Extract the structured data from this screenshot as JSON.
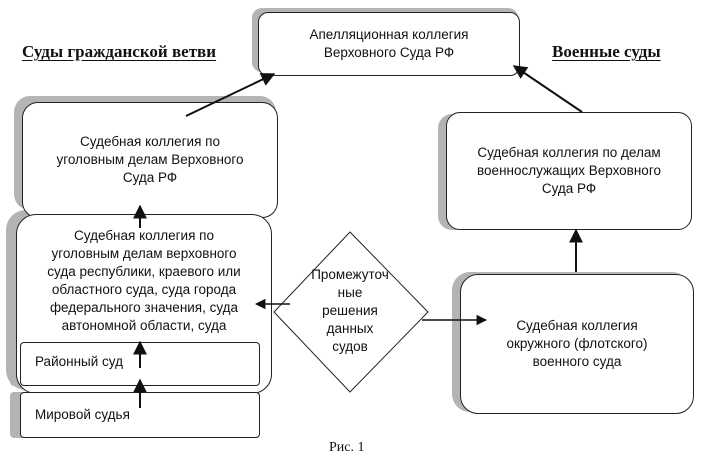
{
  "headings": {
    "civil": "Суды гражданской ветви",
    "military": "Военные суды"
  },
  "boxes": {
    "appeal": "Апелляционная коллегия\nВерховного Суда РФ",
    "criminal_supreme": "Судебная коллегия  по\nуголовным делам Верховного\nСуда РФ",
    "criminal_regional": "Судебная коллегия по\nуголовным делам верховного\nсуда республики, краевого или\nобластного суда, суда города\nфедерального значения, суда\nавтономной области, суда",
    "district": "Районный суд",
    "magistrate": "Мировой судья",
    "military_supreme": "Судебная коллегия по делам\nвоеннослужащих Верховного\nСуда РФ",
    "military_district": "Судебная коллегия\nокружного (флотского)\nвоенного суда"
  },
  "diamond": "Промежуточ\nные\nрешения\nданных\nсудов",
  "caption": "Рис. 1"
}
